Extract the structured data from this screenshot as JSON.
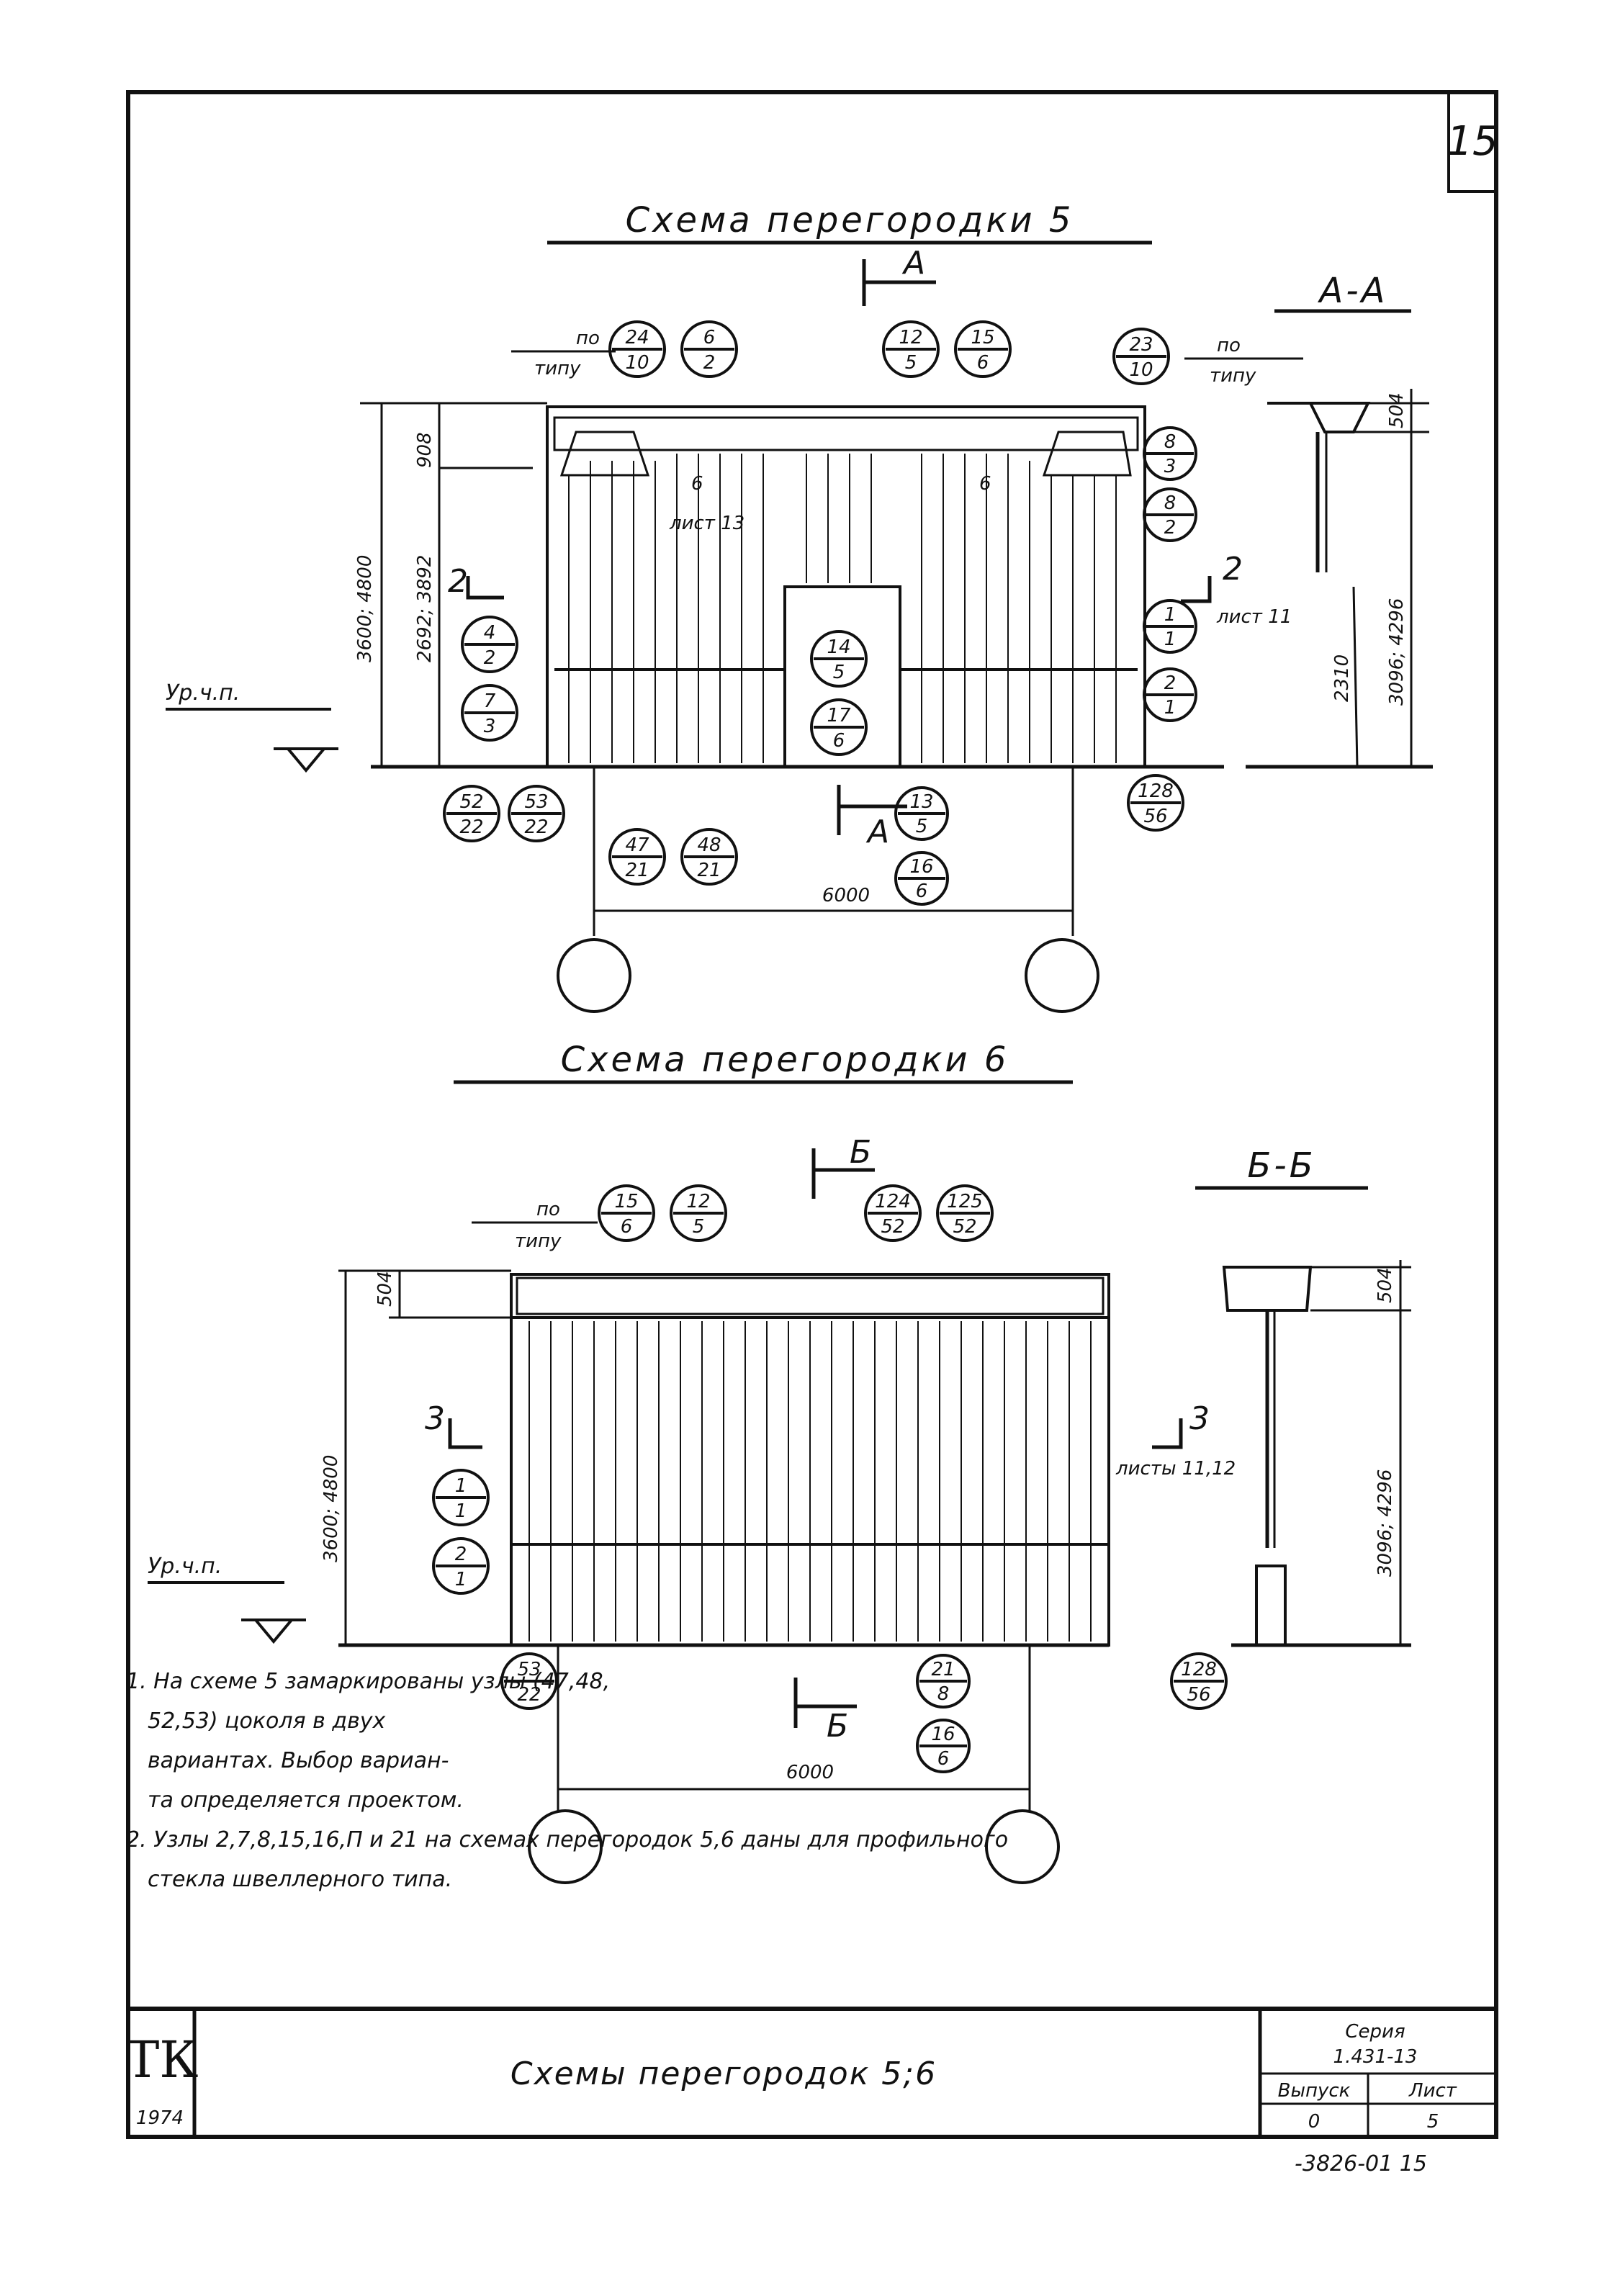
{
  "sheet": {
    "page_number": "15",
    "bottom_code": "-3826-01 15"
  },
  "scheme5": {
    "title": "Схема перегородки 5",
    "section_mark": "А",
    "section_title": "А-А",
    "type_ref_left": {
      "top": "по",
      "bottom": "типу"
    },
    "type_ref_right": {
      "top": "по",
      "bottom": "типу"
    },
    "nodes": [
      {
        "n": "24",
        "d": "10"
      },
      {
        "n": "6",
        "d": "2"
      },
      {
        "n": "12",
        "d": "5"
      },
      {
        "n": "15",
        "d": "6"
      },
      {
        "n": "23",
        "d": "10"
      },
      {
        "n": "8",
        "d": "3"
      },
      {
        "n": "8",
        "d": "2"
      },
      {
        "n": "4",
        "d": "2"
      },
      {
        "n": "7",
        "d": "3"
      },
      {
        "n": "14",
        "d": "5"
      },
      {
        "n": "17",
        "d": "6"
      },
      {
        "n": "1",
        "d": "1"
      },
      {
        "n": "2",
        "d": "1"
      },
      {
        "n": "52",
        "d": "22"
      },
      {
        "n": "53",
        "d": "22"
      },
      {
        "n": "47",
        "d": "21"
      },
      {
        "n": "48",
        "d": "21"
      },
      {
        "n": "13",
        "d": "5"
      },
      {
        "n": "16",
        "d": "6"
      },
      {
        "n": "128",
        "d": "56"
      }
    ],
    "labels": {
      "sheet_ref": "лист 13",
      "cut_left": "2",
      "cut_right": "2",
      "sheet_ref_right": "лист 11",
      "level": "Ур.ч.п.",
      "cut_mark_6a": "6",
      "cut_mark_6b": "6"
    },
    "dims": {
      "top_band": "908",
      "total_height": "3600; 4800",
      "inner_height": "2692; 3892",
      "span": "6000",
      "section_top": "504",
      "section_opening": "2310",
      "section_total": "3096; 4296"
    }
  },
  "scheme6": {
    "title": "Схема перегородки 6",
    "section_mark": "Б",
    "section_title": "Б-Б",
    "type_ref": {
      "top": "по",
      "bottom": "типу"
    },
    "nodes": [
      {
        "n": "15",
        "d": "6"
      },
      {
        "n": "12",
        "d": "5"
      },
      {
        "n": "124",
        "d": "52"
      },
      {
        "n": "125",
        "d": "52"
      },
      {
        "n": "1",
        "d": "1"
      },
      {
        "n": "2",
        "d": "1"
      },
      {
        "n": "53",
        "d": "22"
      },
      {
        "n": "21",
        "d": "8"
      },
      {
        "n": "16",
        "d": "6"
      },
      {
        "n": "128",
        "d": "56"
      }
    ],
    "labels": {
      "cut_left": "3",
      "cut_right": "3",
      "sheet_ref_right": "листы 11,12",
      "level": "Ур.ч.п."
    },
    "dims": {
      "top_band": "504",
      "total_height": "3600; 4800",
      "span": "6000",
      "section_top": "504",
      "section_total": "3096; 4296"
    }
  },
  "notes": [
    "1. На схеме 5 замаркированы узлы (47,48,",
    "52,53) цоколя в двух",
    "вариантах. Выбор вариан-",
    "та определяется проектом.",
    "2. Узлы 2,7,8,15,16,П и 21 на схемах перегородок 5,6 даны для профильного",
    "стекла швеллерного типа."
  ],
  "title_block": {
    "logo": "ТК",
    "year": "1974",
    "title": "Схемы перегородок 5;6",
    "series_label": "Серия",
    "series_value": "1.431-13",
    "issue_label": "Выпуск",
    "issue_value": "0",
    "sheet_label": "Лист",
    "sheet_value": "5"
  }
}
